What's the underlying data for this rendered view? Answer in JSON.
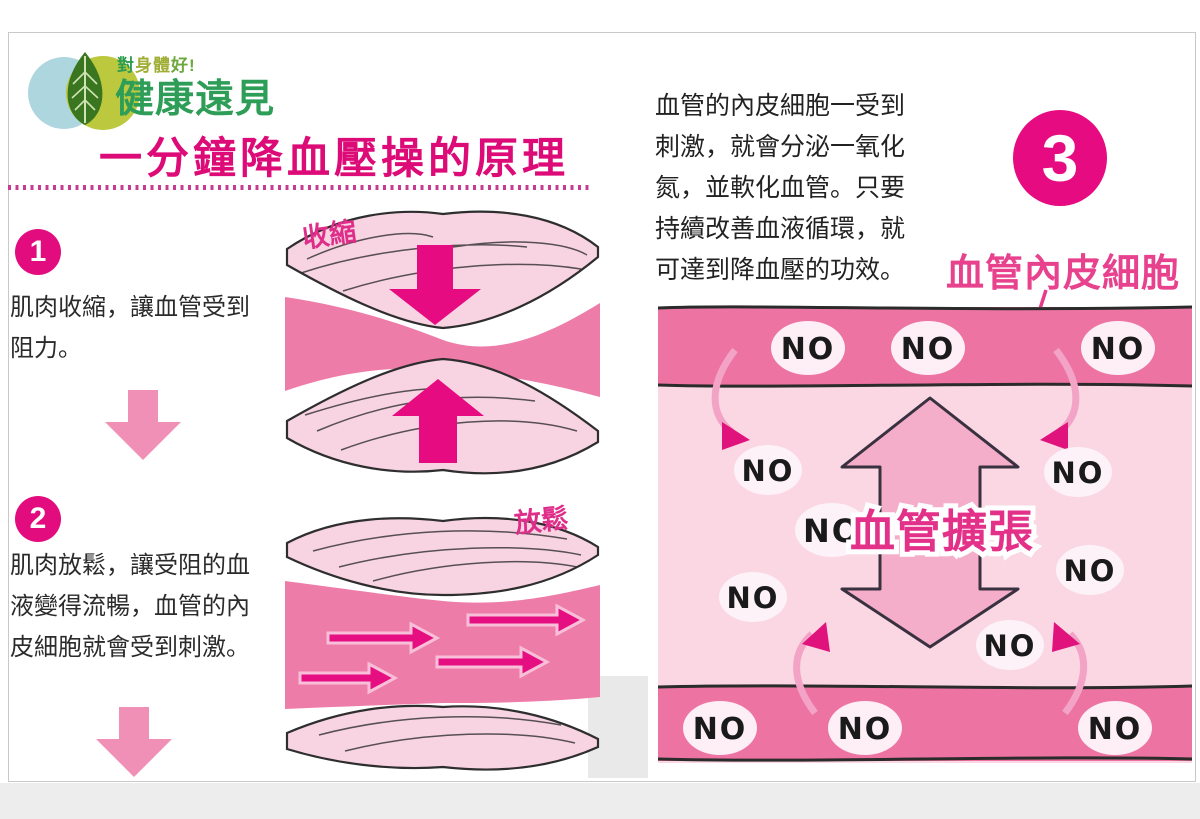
{
  "logo": {
    "tagline_parts": [
      "對",
      "身體",
      "好!"
    ],
    "brand": "健康遠見"
  },
  "title": "一分鐘降血壓操的原理",
  "steps": [
    {
      "num": "1",
      "lines": [
        "肌肉收縮，讓血管受到",
        "阻力。"
      ]
    },
    {
      "num": "2",
      "lines": [
        "肌肉放鬆，讓受阻的血",
        "液變得流暢，血管的內",
        "皮細胞就會受到刺激。"
      ]
    }
  ],
  "diagrams": {
    "contract_label": "收縮",
    "relax_label": "放鬆"
  },
  "right": {
    "para_lines": [
      "血管的內皮細胞一受到",
      "刺激，就會分泌一氧化",
      "氮，並軟化血管。只要",
      "持續改善血液循環，就",
      "可達到降血壓的功效。"
    ],
    "step_num": "3",
    "callout": "血管內皮細胞",
    "dilation_label": "血管擴張",
    "no_label": "NO"
  },
  "colors": {
    "magenta": "#e60b80",
    "title_magenta": "#dc0b77",
    "soft_pink_arrow": "#f190b6",
    "muscle_light_pink": "#f8d3e2",
    "vessel_mid_pink": "#ee7ca8",
    "vessel_interior": "#fad7e3",
    "vessel_band": "#ed74a2",
    "brand_green": "#2e9d57",
    "olive": "#9fae35",
    "body_text": "#2b2b2b"
  }
}
